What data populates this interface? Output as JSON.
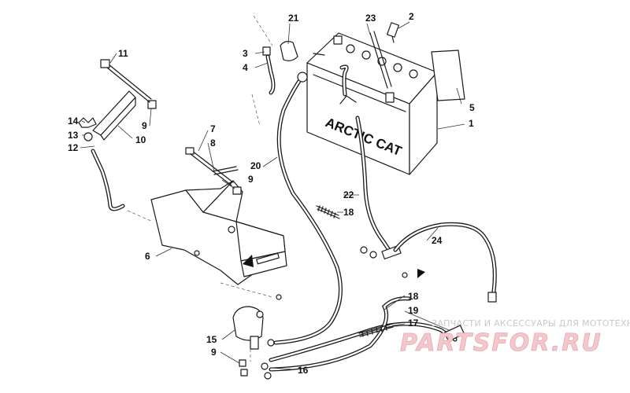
{
  "diagram": {
    "battery_brand": "ARCTIC CAT",
    "callouts": [
      {
        "id": "c1",
        "label": "1"
      },
      {
        "id": "c2",
        "label": "2"
      },
      {
        "id": "c3",
        "label": "3"
      },
      {
        "id": "c4",
        "label": "4"
      },
      {
        "id": "c5",
        "label": "5"
      },
      {
        "id": "c6",
        "label": "6"
      },
      {
        "id": "c7",
        "label": "7"
      },
      {
        "id": "c8",
        "label": "8"
      },
      {
        "id": "c9a",
        "label": "9"
      },
      {
        "id": "c9b",
        "label": "9"
      },
      {
        "id": "c9c",
        "label": "9"
      },
      {
        "id": "c10",
        "label": "10"
      },
      {
        "id": "c11",
        "label": "11"
      },
      {
        "id": "c12",
        "label": "12"
      },
      {
        "id": "c13",
        "label": "13"
      },
      {
        "id": "c14",
        "label": "14"
      },
      {
        "id": "c15",
        "label": "15"
      },
      {
        "id": "c16",
        "label": "16"
      },
      {
        "id": "c17",
        "label": "17"
      },
      {
        "id": "c18a",
        "label": "18"
      },
      {
        "id": "c18b",
        "label": "18"
      },
      {
        "id": "c19",
        "label": "19"
      },
      {
        "id": "c20",
        "label": "20"
      },
      {
        "id": "c21",
        "label": "21"
      },
      {
        "id": "c22",
        "label": "22"
      },
      {
        "id": "c23",
        "label": "23"
      },
      {
        "id": "c24",
        "label": "24"
      }
    ]
  },
  "watermark": {
    "banner": "ЗАПЧАСТИ И АКСЕССУАРЫ ДЛЯ МОТОТЕХНИКИ",
    "logo": "PARTSFOR.RU"
  }
}
